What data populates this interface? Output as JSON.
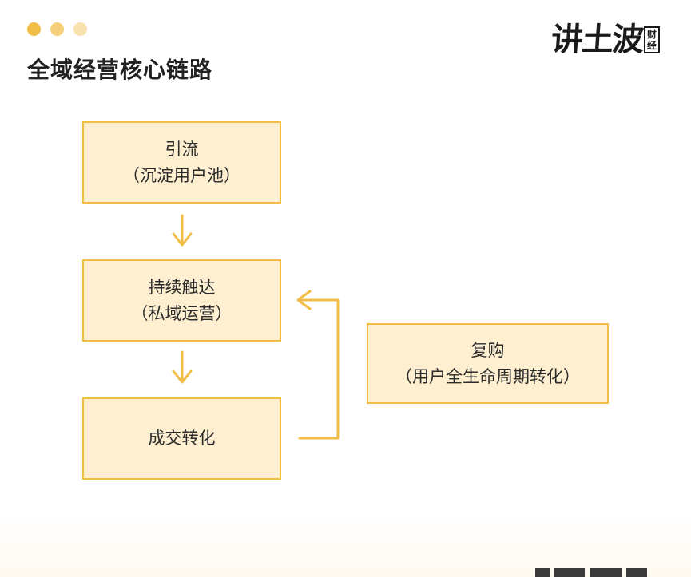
{
  "header": {
    "title": "全域经营核心链路",
    "dot_colors": [
      "#f2bd46",
      "#f5cf7a",
      "#f8e1ad"
    ]
  },
  "logo": {
    "main_text": "讲土波",
    "sub_line1": "财",
    "sub_line2": "经"
  },
  "flow": {
    "step1": {
      "line1": "引流",
      "line2": "（沉淀用户池）"
    },
    "step2": {
      "line1": "持续触达",
      "line2": "（私域运营）"
    },
    "step3": {
      "line1": "成交转化"
    },
    "side": {
      "line1": "复购",
      "line2": "（用户全生命周期转化）"
    }
  },
  "colors": {
    "box_fill": "#fdefcf",
    "box_border": "#f2bd46",
    "arrow": "#f2bd46"
  }
}
